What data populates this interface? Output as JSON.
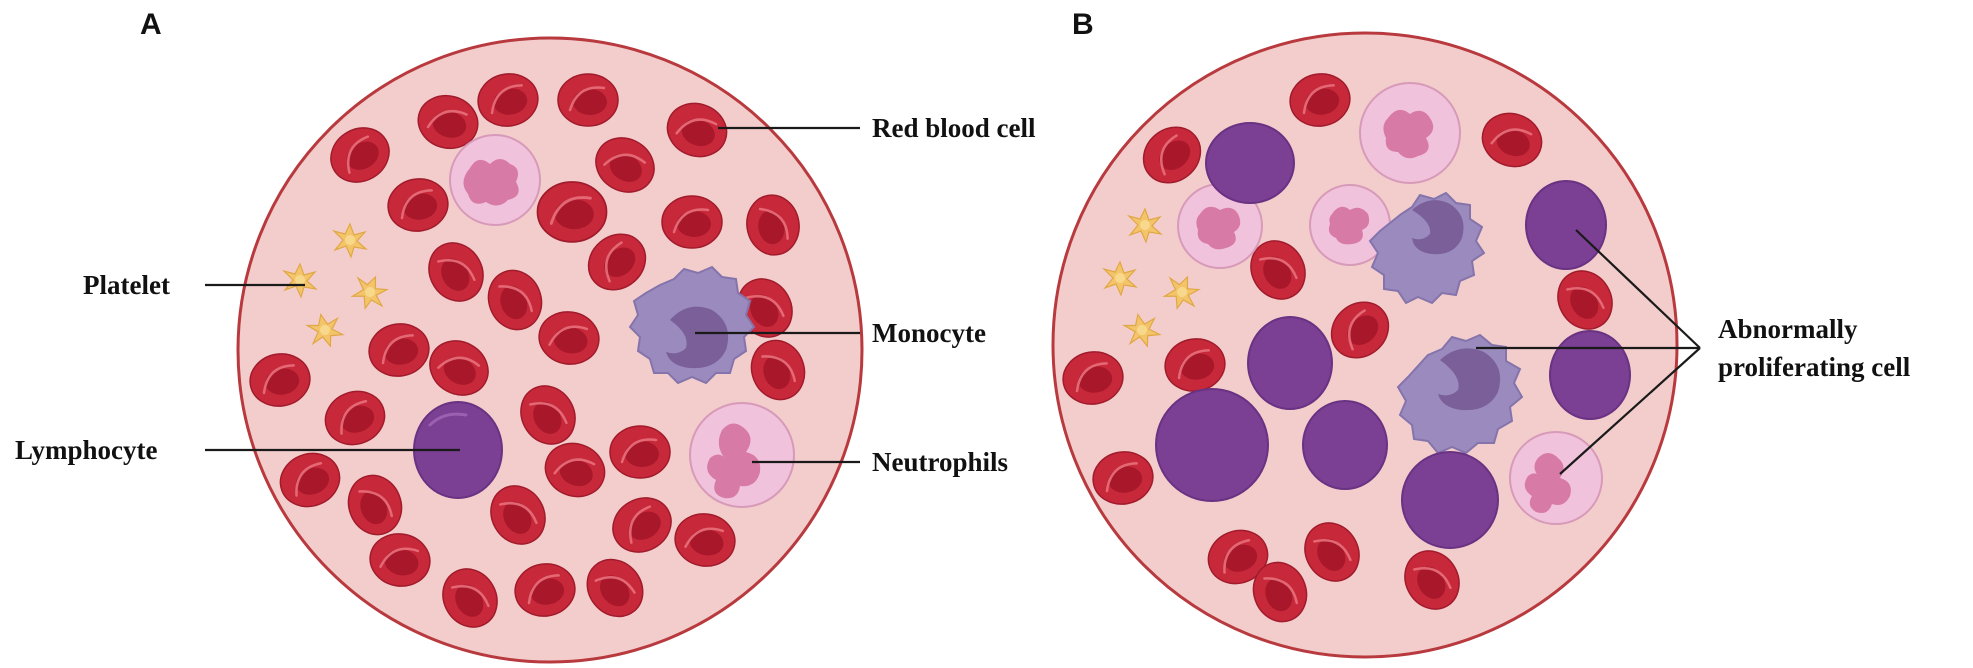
{
  "panels": [
    {
      "letter": "A",
      "labels": {
        "red_blood_cell": "Red blood cell",
        "platelet": "Platelet",
        "monocyte": "Monocyte",
        "lymphocyte": "Lymphocyte",
        "neutrophils": "Neutrophils"
      }
    },
    {
      "letter": "B",
      "labels": {
        "abnormal_line1": "Abnormally",
        "abnormal_line2": "proliferating cell"
      }
    }
  ],
  "colors": {
    "plasma": "#f3cdcc",
    "circle_border": "#b83a3e",
    "red_blood_cell": "#c8293a",
    "lymphocyte": "#7b3f93",
    "monocyte": "#9a8abd",
    "neutrophil": "#f0c2dc",
    "platelet": "#f3c46a"
  }
}
